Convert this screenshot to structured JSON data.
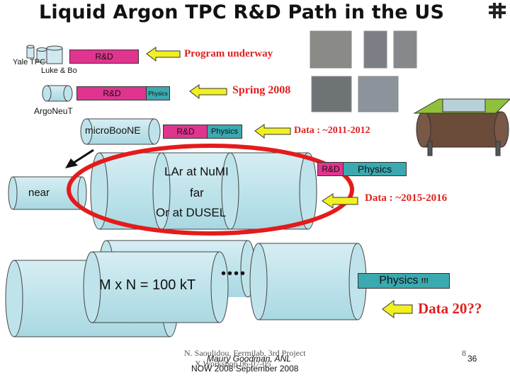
{
  "title": "Liquid Argon TPC R&D Path in the US",
  "rows": {
    "yale": {
      "labels": [
        "Yale TPC",
        "Luke & Bo"
      ],
      "rd": "R&D",
      "arrow_text": "Program underway"
    },
    "argoneut": {
      "label": "ArgoNeuT",
      "rd": "R&D",
      "physics": "Physics",
      "arrow_text": "Spring 2008"
    },
    "microboone": {
      "label": "microBooNE",
      "rd": "R&D",
      "physics": "Physics",
      "arrow_text": "Data : ~2011-2012"
    },
    "lar": {
      "near": "near",
      "line1": "LAr at NuMI",
      "line2": "far",
      "line3": "Or at DUSEL",
      "rd": "R&D",
      "physics": "Physics",
      "arrow_text": "Data : ~2015-2016"
    },
    "big": {
      "label": "M x N = 100 kT",
      "dots": "••••",
      "physics": "Physics",
      "physics_suffix": "!!!",
      "arrow_text": "Data 20??"
    }
  },
  "footer": {
    "author_under": "N. Saoulidou, Fermilab, 3rd Project",
    "author_under2": "X Workshop 06-07-05",
    "author": "Maury Goodman, ANL",
    "event": "NOW 2008 September 2008",
    "page_under": "8",
    "page": "36"
  },
  "colors": {
    "cylinder": "#bfe3ea",
    "rd": "#e0358f",
    "physics": "#3ba9b0",
    "arrow": "#f2f020",
    "oval": "#e41b1b",
    "red_text": "#e02020"
  },
  "icons": [
    "fermilab-logo-icon",
    "arrow-left-icon",
    "diagonal-arrow-icon",
    "cryostat-tank-icon"
  ]
}
